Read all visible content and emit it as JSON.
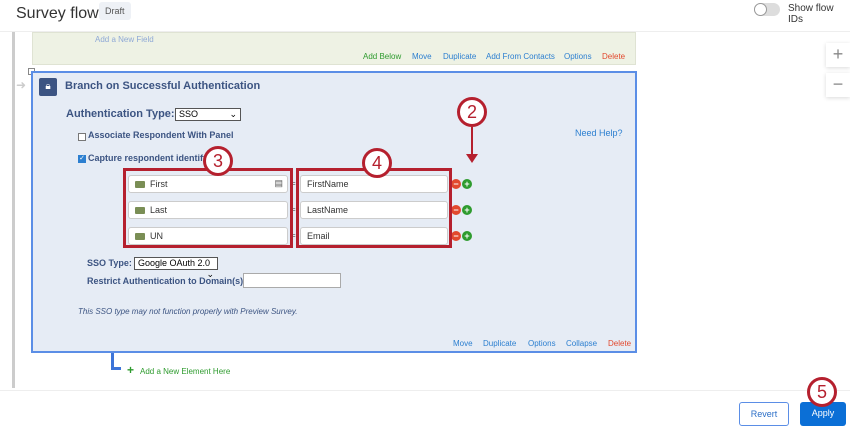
{
  "header": {
    "title": "Survey flow",
    "status": "Draft",
    "toggle_label": "Show flow IDs",
    "toggle_on": false
  },
  "green_block": {
    "add_field": "Add a New Field",
    "actions": [
      "Add Below",
      "Move",
      "Duplicate",
      "Add From Contacts",
      "Options",
      "Delete"
    ]
  },
  "branch": {
    "title": "Branch on Successful Authentication",
    "auth_type_label": "Authentication Type:",
    "auth_type_value": "SSO",
    "associate_label": "Associate Respondent With Panel",
    "associate_checked": false,
    "need_help": "Need Help?",
    "capture_label": "Capture respondent identify",
    "capture_checked": true,
    "fields": [
      {
        "name": "First",
        "value": "FirstName"
      },
      {
        "name": "Last",
        "value": "LastName"
      },
      {
        "name": "UN",
        "value": "Email"
      }
    ],
    "equals": "=",
    "sso_type_label": "SSO Type:",
    "sso_type_value": "Google OAuth 2.0",
    "restrict_label": "Restrict Authentication to Domain(s)",
    "restrict_value": "",
    "warning": "This SSO type may not function properly with Preview Survey.",
    "actions": [
      "Move",
      "Duplicate",
      "Options",
      "Collapse",
      "Delete"
    ]
  },
  "add_element": "Add a New Element Here",
  "callouts": [
    "2",
    "3",
    "4",
    "5"
  ],
  "footer": {
    "revert": "Revert",
    "apply": "Apply"
  },
  "colors": {
    "accent": "#0b6fd6",
    "callout": "#b5202e",
    "delete": "#e2492e",
    "green": "#2e9b2e"
  }
}
